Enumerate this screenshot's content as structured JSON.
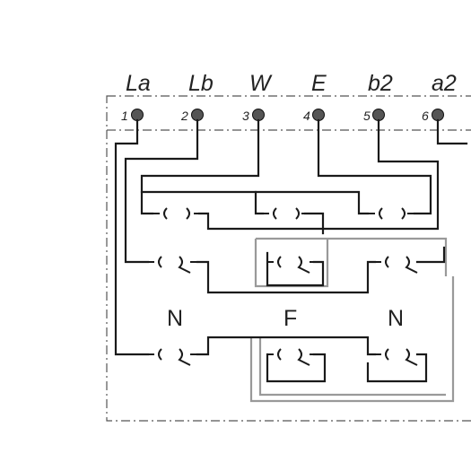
{
  "terminals": [
    {
      "label": "La",
      "number": "1"
    },
    {
      "label": "Lb",
      "number": "2"
    },
    {
      "label": "W",
      "number": "3"
    },
    {
      "label": "E",
      "number": "4"
    },
    {
      "label": "b2",
      "number": "5"
    },
    {
      "label": "a2",
      "number": "6"
    }
  ],
  "positions": {
    "left": "N",
    "middle": "F",
    "right": "N"
  }
}
